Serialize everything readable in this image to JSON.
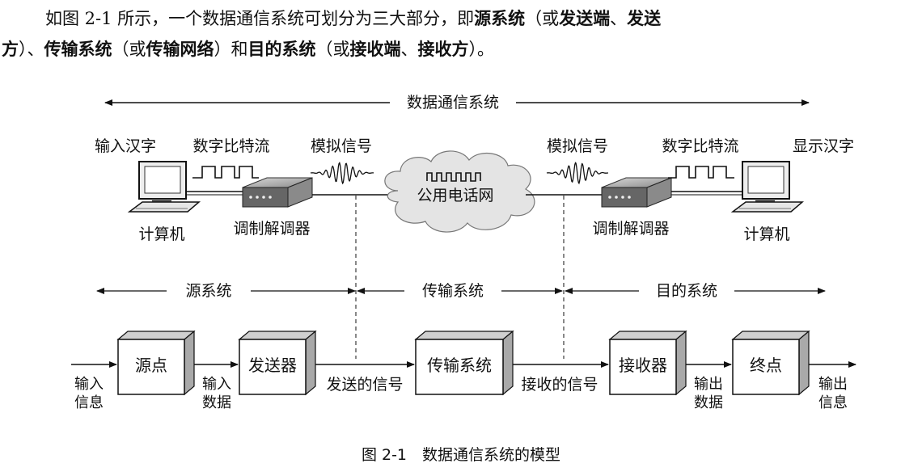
{
  "paragraph": {
    "line1_p1": "如图 2-1 所示，一个数据通信系统可划分为三大部分，即",
    "line1_b1": "源系统",
    "line1_p2": "（或",
    "line1_b2": "发送端",
    "line1_p3": "、",
    "line1_b3": "发送",
    "line2_b1": "方",
    "line2_p1": "）、",
    "line2_b2": "传输系统",
    "line2_p2": "（或",
    "line2_b3": "传输网络",
    "line2_p3": "）和",
    "line2_b4": "目的系统",
    "line2_p4": "（或",
    "line2_b5": "接收端",
    "line2_p5": "、",
    "line2_b6": "接收方",
    "line2_p6": "）。"
  },
  "figure": {
    "top_span_label": "数据通信系统",
    "left": {
      "input_label": "输入汉字",
      "bitstream_label": "数字比特流",
      "analog_label": "模拟信号",
      "computer_label": "计算机",
      "modem_label": "调制解调器"
    },
    "cloud_label": "公用电话网",
    "right": {
      "analog_label": "模拟信号",
      "bitstream_label": "数字比特流",
      "output_label": "显示汉字",
      "computer_label": "计算机",
      "modem_label": "调制解调器"
    },
    "sections": {
      "source": "源系统",
      "transmission": "传输系统",
      "destination": "目的系统"
    },
    "blocks": {
      "source": "源点",
      "transmitter": "发送器",
      "transmission": "传输系统",
      "receiver": "接收器",
      "destination": "终点"
    },
    "flow": {
      "input_info_1": "输入",
      "input_info_2": "信息",
      "input_data_1": "输入",
      "input_data_2": "数据",
      "sent_signal": "发送的信号",
      "received_signal": "接收的信号",
      "output_data_1": "输出",
      "output_data_2": "数据",
      "output_info_1": "输出",
      "output_info_2": "信息"
    }
  },
  "caption": "图 2-1　数据通信系统的模型"
}
